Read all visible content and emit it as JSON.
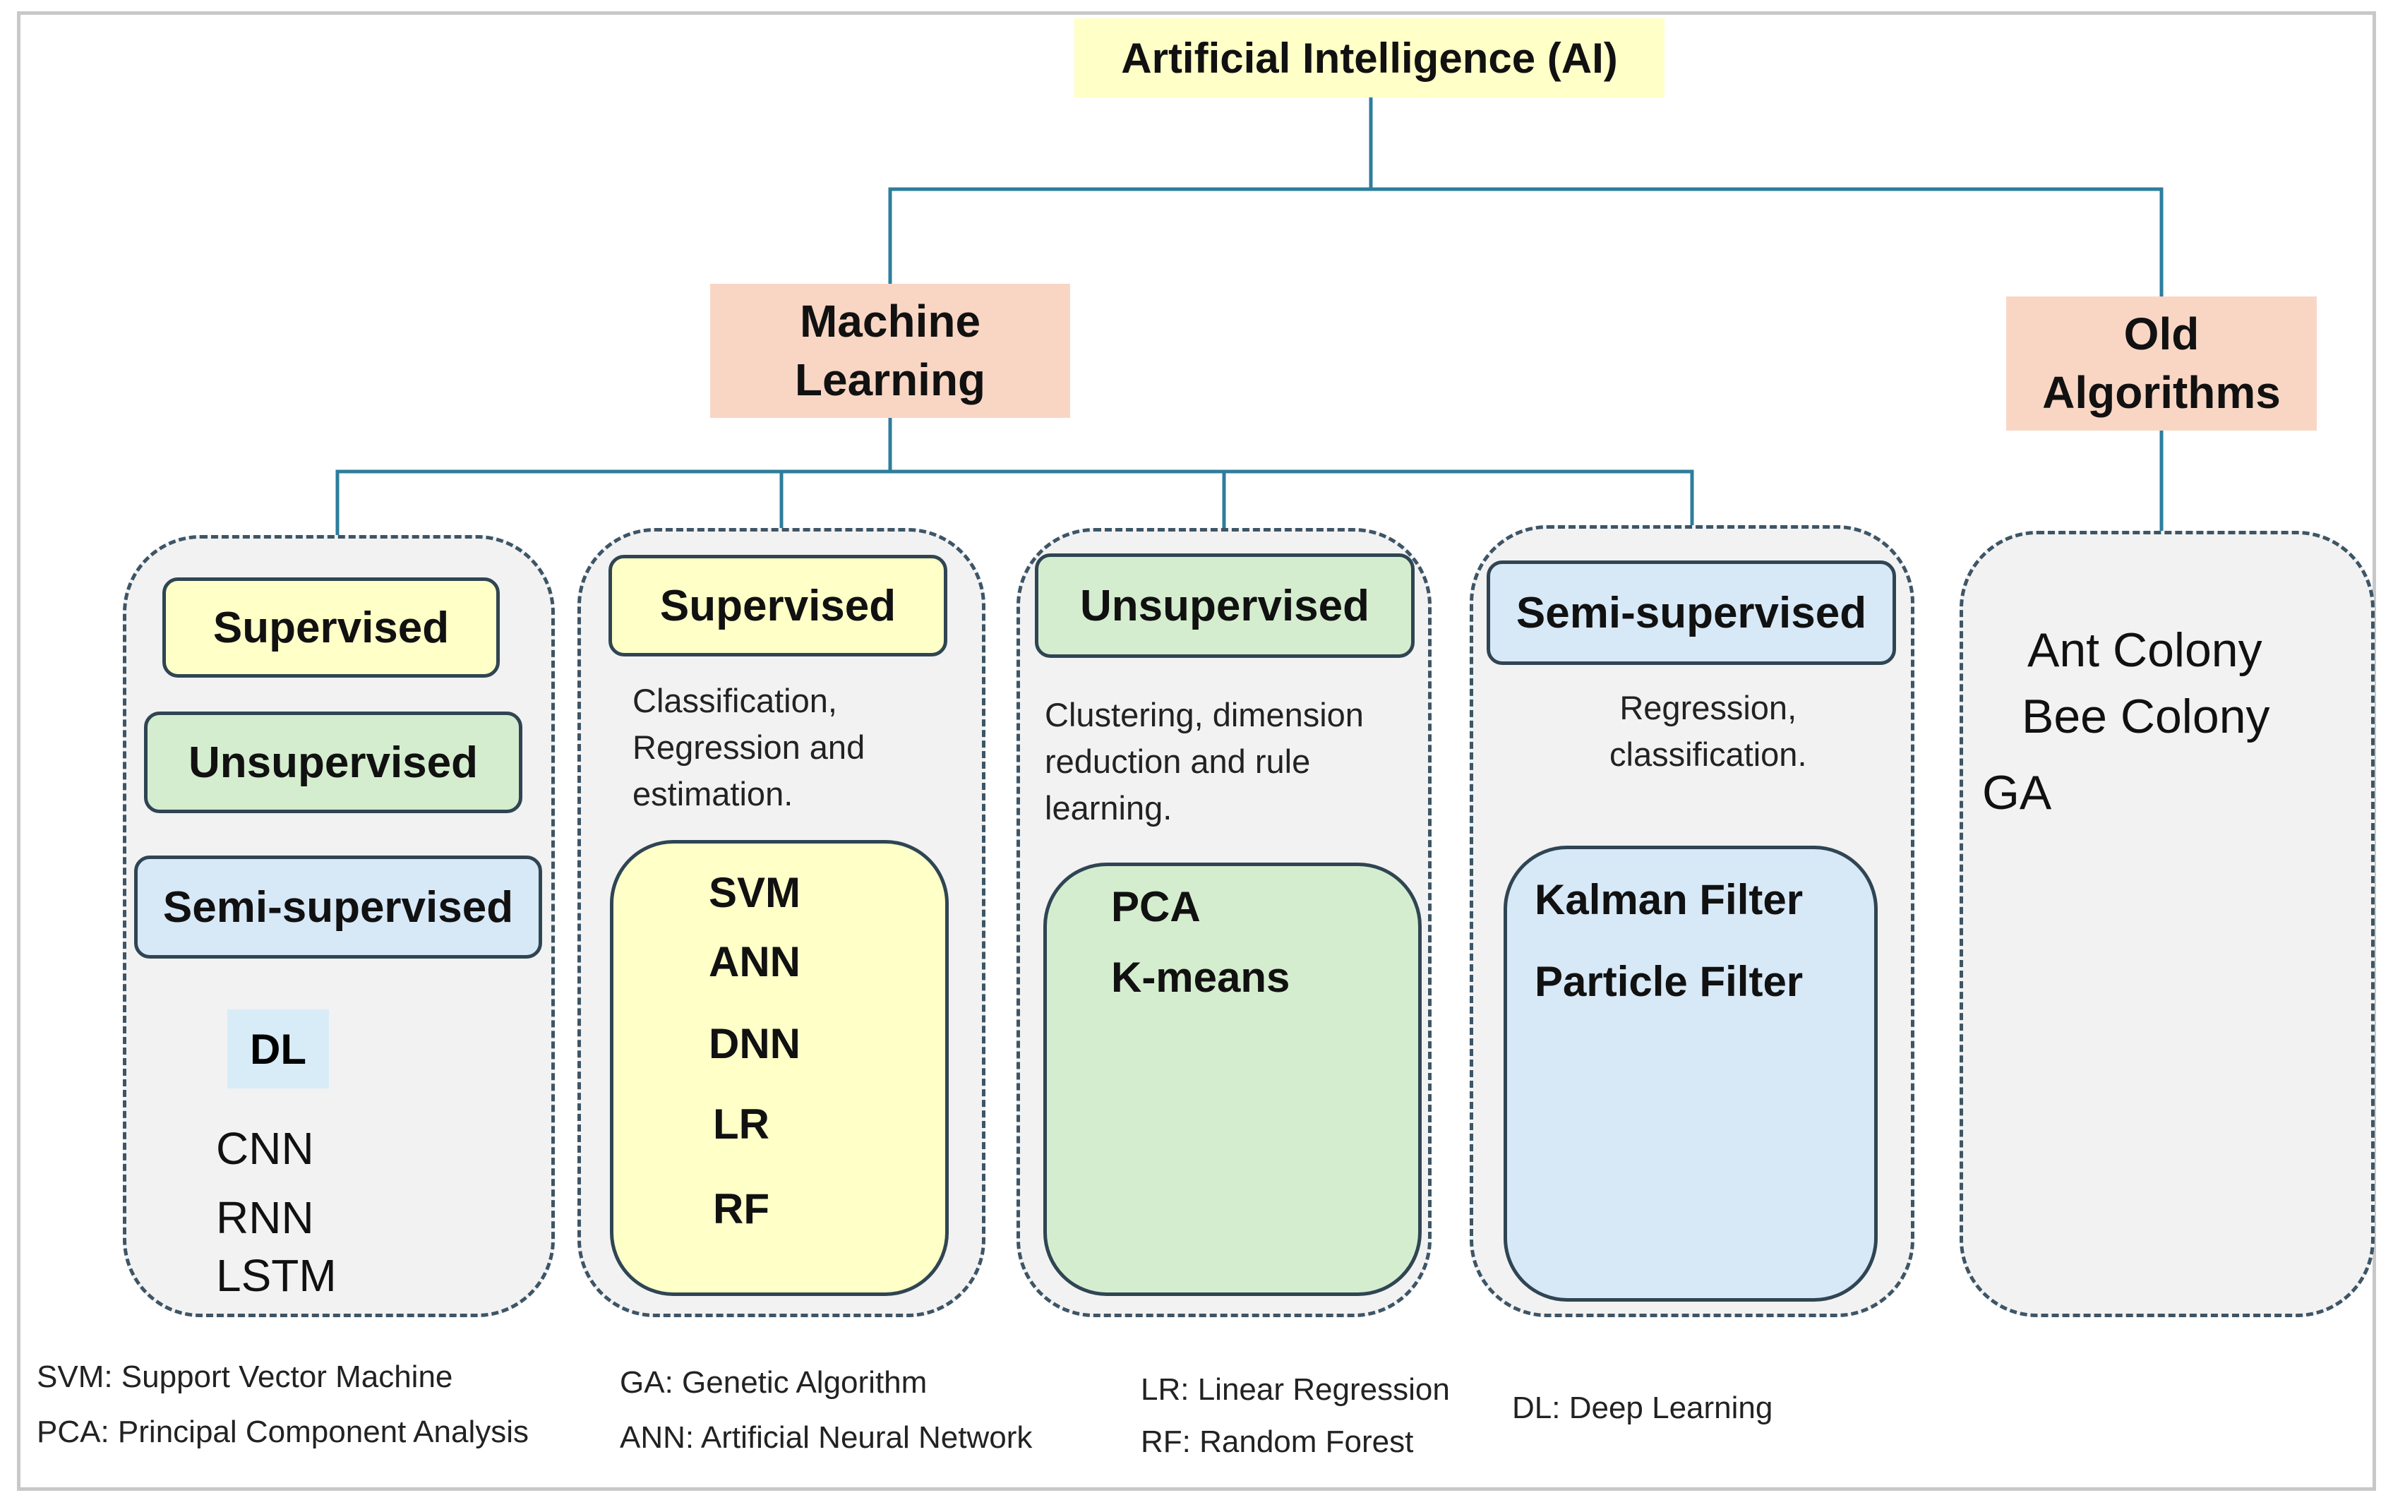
{
  "top": {
    "ai": "Artificial Intelligence (AI)"
  },
  "branches": {
    "ml": [
      "Machine",
      "Learning"
    ],
    "old": [
      "Old",
      "Algorithms"
    ]
  },
  "panel1": {
    "tags": [
      "Supervised",
      "Unsupervised",
      "Semi-supervised"
    ],
    "dl": "DL",
    "models": [
      "CNN",
      "RNN",
      "LSTM"
    ]
  },
  "panel2": {
    "tag": "Supervised",
    "desc": [
      "Classification,",
      "Regression and",
      "estimation."
    ],
    "algos": [
      "SVM",
      "ANN",
      "DNN",
      "LR",
      "RF"
    ]
  },
  "panel3": {
    "tag": "Unsupervised",
    "desc": [
      "Clustering, dimension",
      "reduction and rule",
      "learning."
    ],
    "algos": [
      "PCA",
      "K-means"
    ]
  },
  "panel4": {
    "tag": "Semi-supervised",
    "desc": [
      "Regression,",
      "classification."
    ],
    "algos": [
      "Kalman Filter",
      "Particle Filter"
    ]
  },
  "panel5": {
    "items": [
      "Ant Colony",
      "Bee Colony",
      "GA"
    ]
  },
  "legend": [
    "SVM: Support Vector Machine",
    "PCA: Principal Component Analysis",
    "GA: Genetic Algorithm",
    "ANN: Artificial Neural Network",
    "LR: Linear Regression",
    "RF: Random Forest",
    "DL: Deep Learning"
  ],
  "colors": {
    "connector": "#2e7d9c",
    "yellow": "#ffffc8",
    "green": "#d5edcf",
    "blue": "#d7e8f7",
    "peach": "#f9d6c4"
  }
}
